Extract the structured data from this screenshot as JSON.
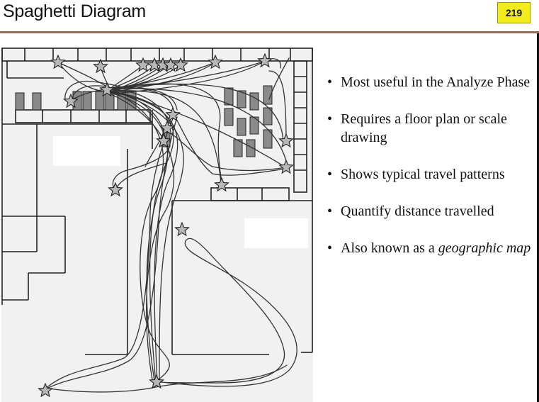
{
  "slide": {
    "title": "Spaghetti Diagram",
    "page_number": "219",
    "accent_color": "#f2ec1d",
    "rule_color": "#9b6a5e"
  },
  "bullets": [
    {
      "marker": "•",
      "text": "Most useful in the Analyze Phase"
    },
    {
      "marker": "•",
      "text": "Requires a floor plan or scale drawing"
    },
    {
      "marker": "•",
      "text": "Shows typical travel patterns"
    },
    {
      "marker": "•",
      "text": "Quantify distance travelled"
    },
    {
      "marker": "•",
      "pre": "Also known as a ",
      "em": "geographic map"
    }
  ],
  "diagram": {
    "icon": "floor-plan-with-travel-paths",
    "marker_icon": "star-icon",
    "stations": 21,
    "line_color": "#333333"
  }
}
